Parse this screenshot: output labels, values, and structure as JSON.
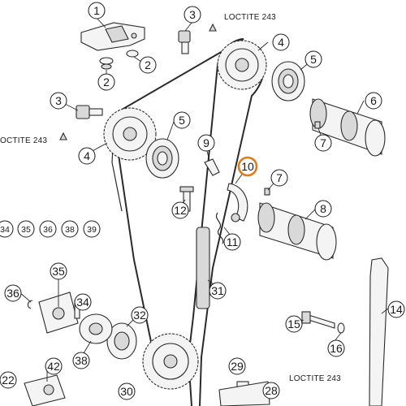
{
  "callouts": [
    {
      "id": "c1",
      "label": "1"
    },
    {
      "id": "c2a",
      "label": "2"
    },
    {
      "id": "c2b",
      "label": "2"
    },
    {
      "id": "c3a",
      "label": "3"
    },
    {
      "id": "c3b",
      "label": "3"
    },
    {
      "id": "c4a",
      "label": "4"
    },
    {
      "id": "c4b",
      "label": "4"
    },
    {
      "id": "c5a",
      "label": "5"
    },
    {
      "id": "c5b",
      "label": "5"
    },
    {
      "id": "c6",
      "label": "6"
    },
    {
      "id": "c7a",
      "label": "7"
    },
    {
      "id": "c7b",
      "label": "7"
    },
    {
      "id": "c8",
      "label": "8"
    },
    {
      "id": "c9",
      "label": "9"
    },
    {
      "id": "c10",
      "label": "10",
      "highlighted": true
    },
    {
      "id": "c11",
      "label": "11"
    },
    {
      "id": "c12",
      "label": "12"
    },
    {
      "id": "c14",
      "label": "14"
    },
    {
      "id": "c15",
      "label": "15"
    },
    {
      "id": "c16",
      "label": "16"
    },
    {
      "id": "c22",
      "label": "22"
    },
    {
      "id": "c28",
      "label": "28"
    },
    {
      "id": "c29",
      "label": "29"
    },
    {
      "id": "c30",
      "label": "30"
    },
    {
      "id": "c31",
      "label": "31"
    },
    {
      "id": "c32",
      "label": "32"
    },
    {
      "id": "c34a",
      "label": "34"
    },
    {
      "id": "c34b",
      "label": "34"
    },
    {
      "id": "c35a",
      "label": "35"
    },
    {
      "id": "c35b",
      "label": "35"
    },
    {
      "id": "c36a",
      "label": "36"
    },
    {
      "id": "c36b",
      "label": "36"
    },
    {
      "id": "c38a",
      "label": "38"
    },
    {
      "id": "c38b",
      "label": "38"
    },
    {
      "id": "c39",
      "label": "39"
    },
    {
      "id": "c42",
      "label": "42"
    }
  ],
  "notes": {
    "loctite_top": "LOCTITE 243",
    "loctite_left": "OCTITE 243",
    "loctite_bottom": "LOCTITE 243"
  },
  "colors": {
    "highlight_ring": "#e07b1a",
    "ink": "#1a1a1a",
    "part_fill": "#f4f4f4"
  }
}
